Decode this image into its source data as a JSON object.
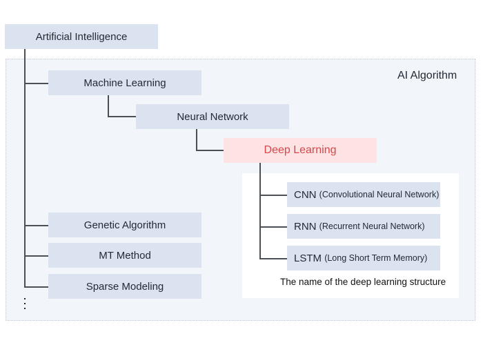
{
  "diagram": {
    "root": "Artificial Intelligence",
    "region_label": "AI Algorithm",
    "branches": [
      {
        "label": "Machine Learning"
      },
      {
        "label": "Neural Network"
      },
      {
        "label": "Deep Learning",
        "highlight_color": "#d9454a"
      },
      {
        "label": "Genetic Algorithm"
      },
      {
        "label": "MT Method"
      },
      {
        "label": "Sparse Modeling"
      }
    ],
    "deep_learning_structures": [
      {
        "abbr": "CNN",
        "full": "(Convolutional Neural Network)"
      },
      {
        "abbr": "RNN",
        "full": "(Recurrent Neural Network)"
      },
      {
        "abbr": "LSTM",
        "full": "(Long Short Term Memory)"
      }
    ],
    "structures_caption": "The name of the deep learning structure",
    "continuation": "⋮"
  }
}
